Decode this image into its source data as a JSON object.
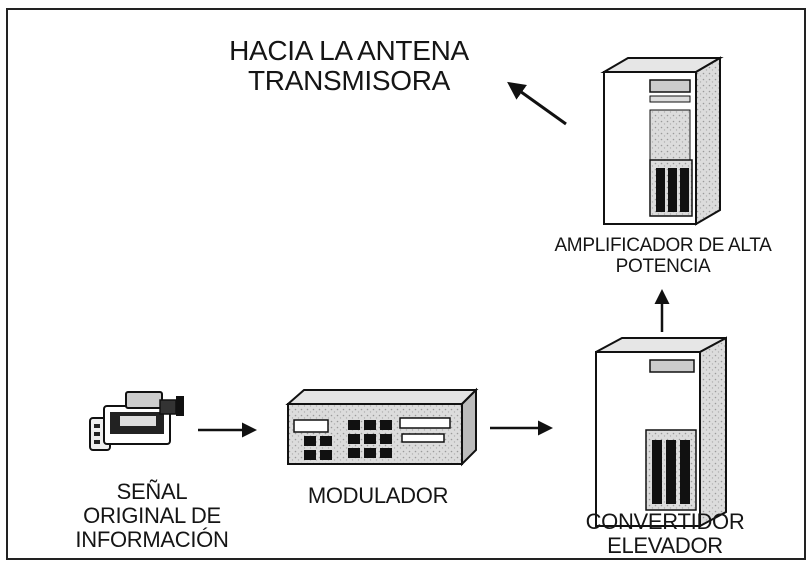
{
  "title_lines": [
    "HACIA LA ANTENA",
    "TRANSMISORA"
  ],
  "blocks": {
    "source": {
      "lines": [
        "SEÑAL",
        "ORIGINAL DE",
        "INFORMACIÓN"
      ],
      "icon": "video-camera-icon"
    },
    "modulator": {
      "lines": [
        "MODULADOR"
      ],
      "icon": "modulator-device-icon"
    },
    "upconverter": {
      "lines": [
        "CONVERTIDOR",
        "ELEVADOR"
      ],
      "icon": "tower-computer-icon"
    },
    "amplifier": {
      "lines": [
        "AMPLIFICADOR DE ALTA",
        "POTENCIA"
      ],
      "icon": "tower-computer-icon"
    }
  },
  "flow": [
    "source",
    "modulator",
    "upconverter",
    "amplifier",
    "antenna"
  ]
}
